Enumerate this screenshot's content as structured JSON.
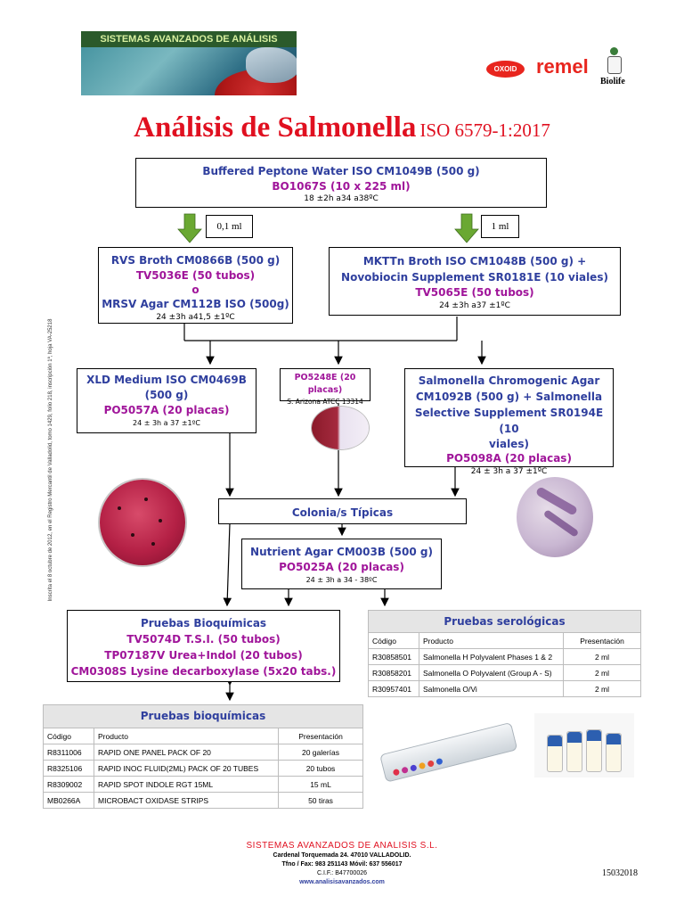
{
  "banner": {
    "text": "SISTEMAS AVANZADOS DE ANÁLISIS"
  },
  "brands": {
    "oxoid": "OXOID",
    "remel": "remel",
    "biolife": "Biolife"
  },
  "title": {
    "main": "Análisis de Salmonella",
    "iso": "ISO 6579-1:2017"
  },
  "step1": {
    "l1": "Buffered Peptone Water ISO CM1049B (500 g)",
    "l2": "BO1067S (10 x 225 ml)",
    "l3": "18 ±2h a34 a38ºC"
  },
  "vol_left": "0,1 ml",
  "vol_right": "1 ml",
  "rvs": {
    "l1": "RVS Broth CM0866B (500 g)",
    "l2": "TV5036E (50 tubos)",
    "l3": "o",
    "l4": "MRSV Agar CM112B ISO (500g)",
    "l5": "24 ±3h a41,5 ±1ºC"
  },
  "mkttn": {
    "l1": "MKTTn Broth ISO CM1048B (500 g) +",
    "l2": "Novobiocin Supplement SR0181E (10 viales)",
    "l3": "TV5065E (50 tubos)",
    "l4": "24 ±3h a37 ±1ºC"
  },
  "xld": {
    "l1": "XLD Medium ISO CM0469B",
    "l2": "(500 g)",
    "l3": "PO5057A (20 placas)",
    "l4": "24 ± 3h a 37 ±1ºC"
  },
  "po5248": {
    "l1": "PO5248E (20 placas)",
    "l2": "S. Arizona ATCC 13314"
  },
  "chromo": {
    "l1": "Salmonella Chromogenic Agar",
    "l2": "CM1092B  (500 g) + Salmonella",
    "l3": "Selective Supplement SR0194E (10",
    "l4": "viales)",
    "l5": "PO5098A (20 placas)",
    "l6": "24 ± 3h a 37 ±1ºC"
  },
  "colonias": "Colonia/s Típicas",
  "nutrient": {
    "l1": "Nutrient Agar CM003B (500 g)",
    "l2": "PO5025A (20 placas)",
    "l3": "24 ± 3h a 34 - 38ºC"
  },
  "bioq": {
    "l1": "Pruebas Bioquímicas",
    "l2": "TV5074D T.S.I. (50 tubos)",
    "l3": "TP07187V Urea+Indol (20 tubos)",
    "l4": "CM0308S Lysine decarboxylase (5x20 tabs.)"
  },
  "sero_table": {
    "title": "Pruebas serológicas",
    "headers": [
      "Código",
      "Producto",
      "Presentación"
    ],
    "rows": [
      [
        "R30858501",
        "Salmonella H Polyvalent Phases 1 & 2",
        "2 ml"
      ],
      [
        "R30858201",
        "Salmonella O Polyvalent (Group A - S)",
        "2 ml"
      ],
      [
        "R30957401",
        "Salmonella O/Vi",
        "2 ml"
      ]
    ]
  },
  "bio_table": {
    "title": "Pruebas bioquímicas",
    "headers": [
      "Código",
      "Producto",
      "Presentación"
    ],
    "rows": [
      [
        "R8311006",
        "RAPID ONE PANEL PACK OF 20",
        "20 galerías"
      ],
      [
        "R8325106",
        "RAPID INOC FLUID(2ML) PACK OF 20 TUBES",
        "20 tubos"
      ],
      [
        "R8309002",
        "RAPID SPOT INDOLE RGT 15ML",
        "15 mL"
      ],
      [
        "MB0266A",
        "MICROBACT OXIDASE STRIPS",
        "50 tiras"
      ]
    ]
  },
  "side_note": "Inscrita el 8 octubre de 2012, en el Registro Mercantil de Valladolid, tomo 1429, folio 218, inscripción 1ª, hoja VA-25218",
  "footer": {
    "company": "SISTEMAS AVANZADOS DE ANALISIS S.L.",
    "address": "Cardenal Torquemada 24. 47010 VALLADOLID.",
    "phone": "Tfno / Fax: 983 251143 Móvil: 637 556017",
    "cif": "C.I.F.: B47700026",
    "web": "www.analisisavanzados.com",
    "code": "15032018"
  },
  "colors": {
    "title_red": "#e01020",
    "text_blue": "#2f3f9e",
    "text_purple": "#a0159a",
    "arrow_green": "#6aa832"
  }
}
